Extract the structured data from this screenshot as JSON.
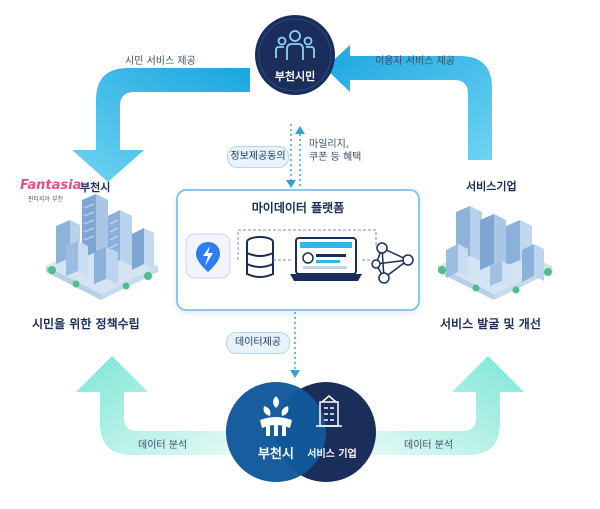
{
  "top_node": {
    "label": "부천시민"
  },
  "flows": {
    "citizen_service": "시민 서비스 제공",
    "user_service": "이용자 서비스 제공",
    "data_analysis_left": "데이터 분석",
    "data_analysis_right": "데이터 분석"
  },
  "consent_pill": "정보제공동의",
  "benefit_lines": [
    "마일리지,",
    "쿠폰 등 혜택"
  ],
  "data_provide_pill": "데이터제공",
  "platform": {
    "title": "마이데이터 플랫폼"
  },
  "left_city": {
    "logo_text": "Fantasia",
    "logo_city": "부천시",
    "logo_sub": "판타지아 부천",
    "caption": "시민을 위한 정책수립"
  },
  "right_company": {
    "title": "서비스기업",
    "caption": "서비스 발굴 및 개선"
  },
  "bottom": {
    "left_circle": "부천시",
    "right_circle": "서비스 기업"
  },
  "colors": {
    "navy": "#1b2d5b",
    "cyan": "#2fb7e8",
    "teal": "#4fd6c4",
    "platform_border": "#8fc4ec"
  },
  "icons": [
    "people-icon",
    "app-bolt-icon",
    "database-icon",
    "laptop-icon",
    "network-icon",
    "building-icon",
    "city-icon"
  ]
}
